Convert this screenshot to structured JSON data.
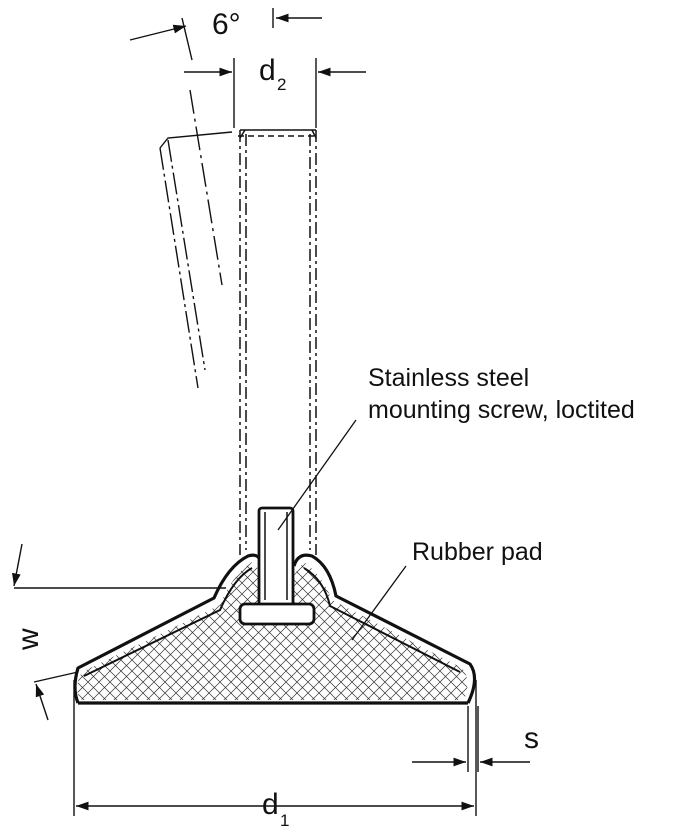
{
  "labels": {
    "angle": "6°",
    "d2_main": "d",
    "d2_sub": "2",
    "d1_main": "d",
    "d1_sub": "1",
    "w": "w",
    "s": "s",
    "screw_line1": "Stainless steel",
    "screw_line2": "mounting screw, loctited",
    "pad": "Rubber pad"
  },
  "colors": {
    "line": "#111111",
    "background": "#ffffff"
  }
}
